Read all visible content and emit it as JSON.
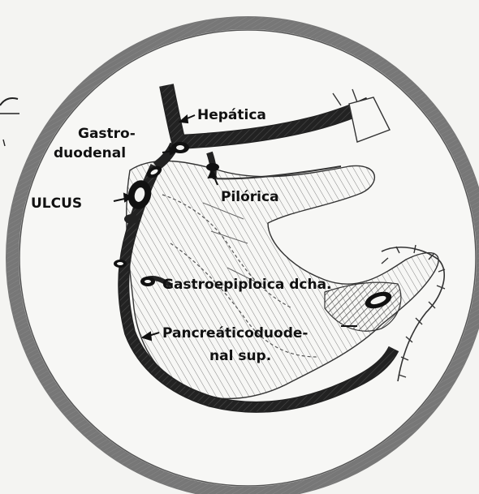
{
  "figure": {
    "labels": {
      "hepatica": "Hepática",
      "gastro_1": "Gastro-",
      "gastro_2": "duodenal",
      "ulcus": "ULCUS",
      "pilorica": "Pilórica",
      "gastroepiploica": "Gastroepiploica dcha.",
      "pancreatico_1": "Pancreáticoduode-",
      "pancreatico_2": "nal sup."
    }
  }
}
